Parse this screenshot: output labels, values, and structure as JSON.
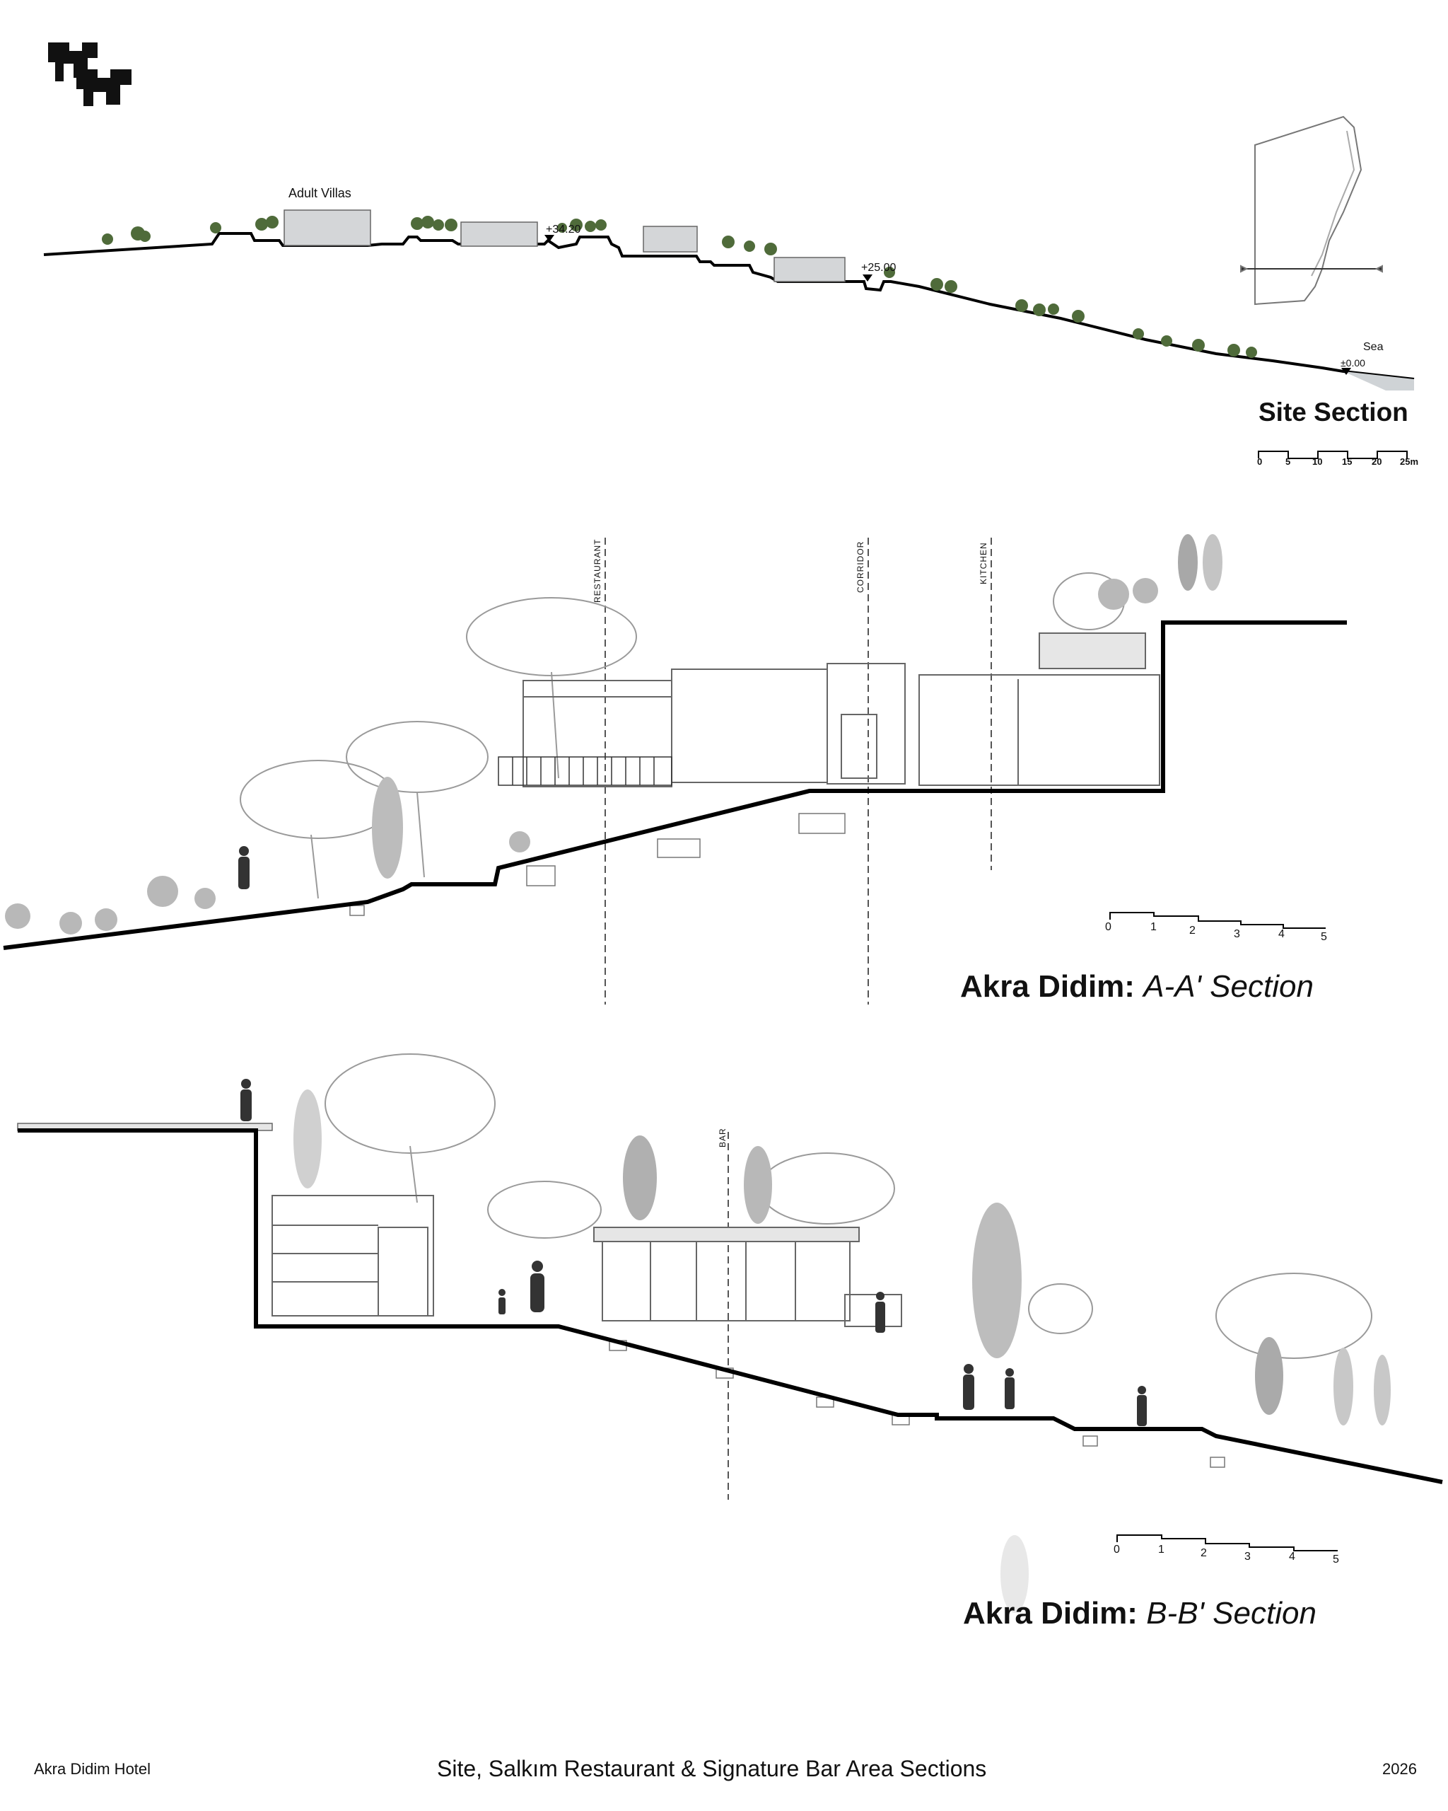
{
  "site_section": {
    "villa_label": "Adult Villas",
    "level_upper": "+34.20",
    "level_mid": "+25.00",
    "sea_label": "Sea",
    "sea_level": "±0.00",
    "title": "Site Section",
    "scale_ticks": [
      "0",
      "5",
      "10",
      "15",
      "20",
      "25m"
    ]
  },
  "section_a": {
    "title_bold": "Akra Didim:",
    "title_italic": "A-A' Section",
    "cut_labels": [
      "RESTAURANT",
      "CORRIDOR",
      "KITCHEN"
    ],
    "scale_ticks": [
      "0",
      "1",
      "2",
      "3",
      "4",
      "5"
    ]
  },
  "section_b": {
    "title_bold": "Akra Didim:",
    "title_italic": "B-B' Section",
    "cut_labels": [
      "BAR"
    ],
    "scale_ticks": [
      "0",
      "1",
      "2",
      "3",
      "4",
      "5"
    ]
  },
  "footer": {
    "left": "Akra Didim Hotel",
    "center": "Site, Salkım Restaurant & Signature Bar Area Sections",
    "right": "2026"
  },
  "colors": {
    "ground": "#000000",
    "building": "#d4d6d8",
    "tree": "#4f6b3a",
    "line": "#9a9a9a"
  },
  "icons": {
    "logo": "studio-logo-icon",
    "section_marker": "section-key-plan-icon"
  }
}
